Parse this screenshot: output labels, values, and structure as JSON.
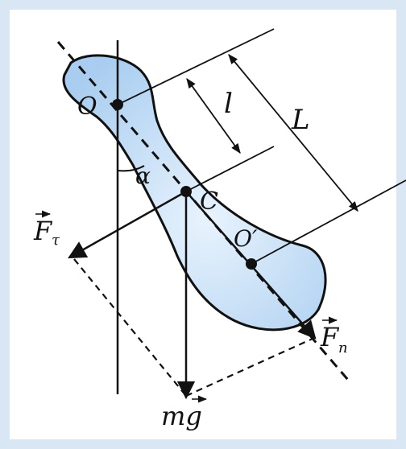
{
  "diagram": {
    "points": {
      "O": "O",
      "O_prime": "O′",
      "C": "C"
    },
    "angle": "α",
    "lengths": {
      "l": "l",
      "L": "L"
    },
    "forces": {
      "F_tau_main": "F",
      "F_tau_sub": "τ",
      "F_n_main": "F",
      "F_n_sub": "n",
      "mg": "mg"
    },
    "colors": {
      "body_fill": "#b9d7f2",
      "body_stroke": "#111111",
      "background": "#d9e6f3"
    }
  }
}
